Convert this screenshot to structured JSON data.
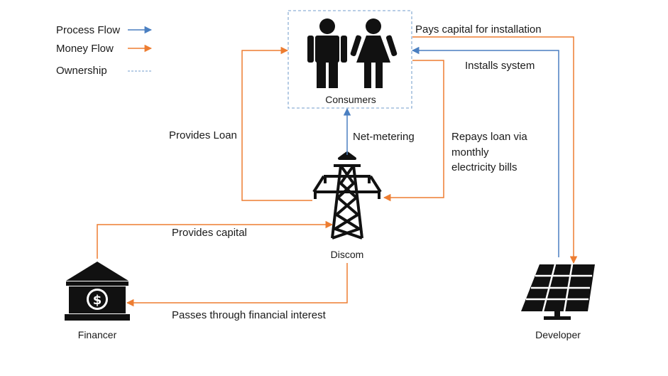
{
  "legend": {
    "process_label": "Process Flow",
    "money_label": "Money Flow",
    "ownership_label": "Ownership"
  },
  "nodes": {
    "consumers": {
      "label": "Consumers",
      "icon": "people-icon"
    },
    "discom": {
      "label": "Discom",
      "icon": "transmission-tower-icon"
    },
    "financer": {
      "label": "Financer",
      "icon": "bank-icon"
    },
    "developer": {
      "label": "Developer",
      "icon": "solar-panel-icon"
    }
  },
  "edges": {
    "pays_capital": "Pays capital for installation",
    "installs_system": "Installs system",
    "provides_loan": "Provides Loan",
    "net_metering": "Net-metering",
    "repays_line1": "Repays loan via",
    "repays_line2": "monthly",
    "repays_line3": "electricity bills",
    "provides_capital": "Provides capital",
    "passes_interest": "Passes through financial interest"
  },
  "colors": {
    "process": "#4a7fc1",
    "money": "#ed7d31",
    "ownership": "#8fb0d6",
    "icon": "#111111"
  }
}
